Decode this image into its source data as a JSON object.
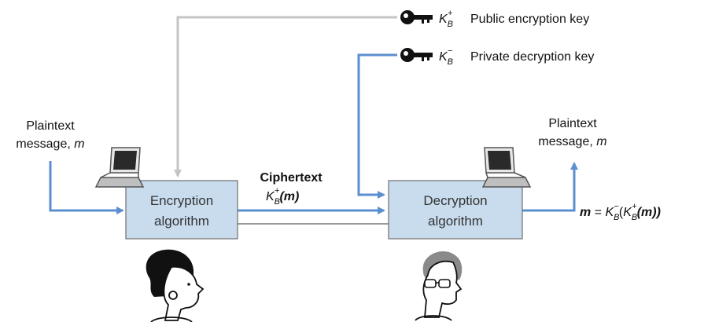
{
  "public_key": {
    "symbol": "K",
    "subscript": "B",
    "superscript": "+",
    "label": "Public encryption key"
  },
  "private_key": {
    "symbol": "K",
    "subscript": "B",
    "superscript": "−",
    "label": "Private decryption key"
  },
  "plaintext_in": {
    "line1": "Plaintext",
    "line2_text": "message, ",
    "line2_var": "m"
  },
  "plaintext_out": {
    "line1": "Plaintext",
    "line2_text": "message, ",
    "line2_var": "m"
  },
  "encryption_box": {
    "line1": "Encryption",
    "line2": "algorithm"
  },
  "decryption_box": {
    "line1": "Decryption",
    "line2": "algorithm"
  },
  "ciphertext": {
    "title": "Ciphertext",
    "symbol": "K",
    "subscript": "B",
    "superscript": "+",
    "arg": "(m)"
  },
  "result_formula": {
    "lhs": "m",
    "eq": " = ",
    "k1": "K",
    "k1_sub": "B",
    "k1_sup": "−",
    "open": "(",
    "k2": "K",
    "k2_sub": "B",
    "k2_sup": "+",
    "tail": "(m))"
  },
  "colors": {
    "key_line": "#c4c4c4",
    "data_line": "#5b8fcf",
    "box_fill": "#c9dcee",
    "box_stroke": "#6f6f6f"
  }
}
